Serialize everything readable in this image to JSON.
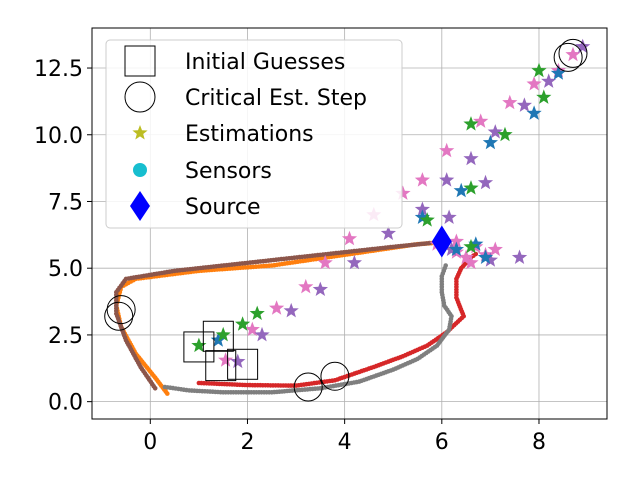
{
  "chart_data": {
    "type": "scatter",
    "title": "",
    "xlabel": "",
    "ylabel": "",
    "xlim": [
      -1.2,
      9.4
    ],
    "ylim": [
      -0.65,
      14.0
    ],
    "xticks": [
      0,
      2,
      4,
      6,
      8
    ],
    "yticks": [
      0.0,
      2.5,
      5.0,
      7.5,
      10.0,
      12.5
    ],
    "xtick_labels": [
      "0",
      "2",
      "4",
      "6",
      "8"
    ],
    "ytick_labels": [
      "0.0",
      "2.5",
      "5.0",
      "7.5",
      "10.0",
      "12.5"
    ],
    "grid": true,
    "legend_position": "top-left",
    "legend": [
      {
        "label": "Initial Guesses",
        "marker": "square-open",
        "color": "#000000"
      },
      {
        "label": "Critical Est. Step",
        "marker": "circle-open",
        "color": "#000000"
      },
      {
        "label": "Estimations",
        "marker": "star",
        "color": "#bcbd22"
      },
      {
        "label": "Sensors",
        "marker": "circle",
        "color": "#17becf"
      },
      {
        "label": "Source",
        "marker": "diamond",
        "color": "#0000ff"
      }
    ],
    "sensor_paths": [
      {
        "color": "#ff7f0e",
        "points": [
          [
            0.35,
            0.3
          ],
          [
            0.1,
            0.9
          ],
          [
            -0.3,
            1.8
          ],
          [
            -0.6,
            2.8
          ],
          [
            -0.7,
            3.6
          ],
          [
            -0.6,
            4.3
          ],
          [
            -0.3,
            4.6
          ],
          [
            1.0,
            4.9
          ],
          [
            2.5,
            5.1
          ],
          [
            4.0,
            5.5
          ],
          [
            5.5,
            5.9
          ],
          [
            5.9,
            5.95
          ]
        ]
      },
      {
        "color": "#8c564b",
        "points": [
          [
            0.1,
            0.5
          ],
          [
            -0.2,
            1.3
          ],
          [
            -0.5,
            2.3
          ],
          [
            -0.7,
            3.3
          ],
          [
            -0.7,
            4.1
          ],
          [
            -0.5,
            4.6
          ],
          [
            0.5,
            4.9
          ],
          [
            2.0,
            5.2
          ],
          [
            3.5,
            5.5
          ],
          [
            5.0,
            5.8
          ],
          [
            5.8,
            5.95
          ]
        ]
      },
      {
        "color": "#d62728",
        "points": [
          [
            1.0,
            0.7
          ],
          [
            2.0,
            0.62
          ],
          [
            3.0,
            0.6
          ],
          [
            3.8,
            0.8
          ],
          [
            4.6,
            1.3
          ],
          [
            5.2,
            1.7
          ],
          [
            5.7,
            2.1
          ],
          [
            6.1,
            2.6
          ],
          [
            6.45,
            3.2
          ],
          [
            6.3,
            3.9
          ],
          [
            6.3,
            4.6
          ],
          [
            6.4,
            5.0
          ],
          [
            6.6,
            5.4
          ],
          [
            6.75,
            5.6
          ]
        ]
      },
      {
        "color": "#7f7f7f",
        "points": [
          [
            0.3,
            0.55
          ],
          [
            0.8,
            0.42
          ],
          [
            1.5,
            0.35
          ],
          [
            2.5,
            0.35
          ],
          [
            3.5,
            0.5
          ],
          [
            4.3,
            0.75
          ],
          [
            5.0,
            1.2
          ],
          [
            5.5,
            1.6
          ],
          [
            5.9,
            2.1
          ],
          [
            6.15,
            2.7
          ],
          [
            6.2,
            3.2
          ],
          [
            6.05,
            3.6
          ],
          [
            6.0,
            4.1
          ],
          [
            6.0,
            4.7
          ],
          [
            6.1,
            5.2
          ]
        ]
      }
    ],
    "estimations": [
      {
        "color": "#e377c2",
        "points": [
          [
            1.55,
            1.55
          ],
          [
            2.1,
            2.7
          ],
          [
            2.6,
            3.5
          ],
          [
            3.2,
            4.3
          ],
          [
            3.6,
            5.2
          ],
          [
            4.1,
            6.1
          ],
          [
            4.6,
            7.0
          ],
          [
            5.2,
            7.8
          ],
          [
            5.6,
            8.3
          ],
          [
            6.1,
            9.4
          ],
          [
            6.8,
            10.5
          ],
          [
            7.4,
            11.2
          ],
          [
            7.9,
            11.9
          ],
          [
            8.4,
            12.4
          ],
          [
            8.7,
            13.0
          ],
          [
            5.9,
            5.9
          ],
          [
            6.3,
            5.6
          ],
          [
            6.5,
            5.4
          ],
          [
            6.7,
            5.8
          ],
          [
            6.9,
            5.5
          ],
          [
            7.1,
            5.7
          ],
          [
            6.3,
            6.0
          ],
          [
            6.6,
            5.2
          ]
        ]
      },
      {
        "color": "#9467bd",
        "points": [
          [
            1.8,
            1.5
          ],
          [
            2.3,
            2.5
          ],
          [
            2.9,
            3.4
          ],
          [
            3.5,
            4.2
          ],
          [
            4.2,
            5.2
          ],
          [
            4.9,
            6.3
          ],
          [
            5.6,
            7.2
          ],
          [
            6.1,
            8.3
          ],
          [
            6.6,
            9.1
          ],
          [
            7.1,
            10.1
          ],
          [
            7.7,
            11.1
          ],
          [
            8.2,
            12.0
          ],
          [
            8.9,
            13.3
          ],
          [
            6.15,
            6.9
          ],
          [
            6.9,
            8.2
          ],
          [
            7.6,
            5.4
          ],
          [
            7.0,
            5.3
          ],
          [
            6.2,
            5.7
          ]
        ]
      },
      {
        "color": "#1f77b4",
        "points": [
          [
            1.4,
            2.3
          ],
          [
            5.6,
            6.9
          ],
          [
            6.4,
            7.9
          ],
          [
            7.0,
            9.7
          ],
          [
            7.9,
            10.8
          ],
          [
            8.4,
            12.3
          ],
          [
            6.9,
            5.4
          ],
          [
            6.7,
            5.9
          ],
          [
            6.3,
            5.7
          ]
        ]
      },
      {
        "color": "#2ca02c",
        "points": [
          [
            1.0,
            2.1
          ],
          [
            1.5,
            2.5
          ],
          [
            1.9,
            2.9
          ],
          [
            2.2,
            3.3
          ],
          [
            5.7,
            6.8
          ],
          [
            6.6,
            8.0
          ],
          [
            6.6,
            10.4
          ],
          [
            7.3,
            10.0
          ],
          [
            8.1,
            11.4
          ],
          [
            8.0,
            12.4
          ],
          [
            6.6,
            5.8
          ]
        ]
      }
    ],
    "sensors_color": "#17becf",
    "source": {
      "x": 6.0,
      "y": 6.0,
      "color": "#0000ff"
    },
    "initial_guesses": [
      [
        1.0,
        2.05
      ],
      [
        1.4,
        2.45
      ],
      [
        1.45,
        1.35
      ],
      [
        1.9,
        1.4
      ]
    ],
    "critical_est_steps": [
      [
        -0.65,
        3.2
      ],
      [
        -0.6,
        3.45
      ],
      [
        3.25,
        0.55
      ],
      [
        3.8,
        0.95
      ],
      [
        8.6,
        12.9
      ],
      [
        8.7,
        13.05
      ]
    ]
  }
}
